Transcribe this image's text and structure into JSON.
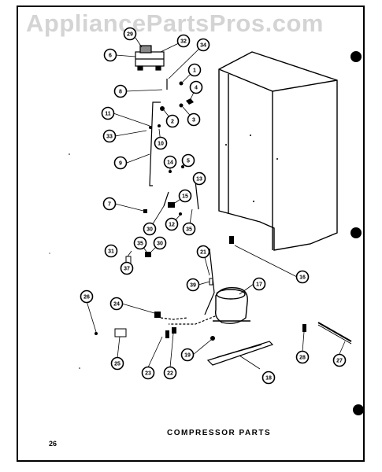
{
  "watermark": "AppliancePartsPros.com",
  "caption": "COMPRESSOR PARTS",
  "page_number": "26",
  "callouts": [
    "29",
    "32",
    "6",
    "34",
    "1",
    "8",
    "4",
    "2",
    "3",
    "11",
    "33",
    "10",
    "9",
    "14",
    "5",
    "13",
    "15",
    "7",
    "30",
    "12",
    "35",
    "31",
    "35",
    "30",
    "37",
    "21",
    "16",
    "39",
    "17",
    "26",
    "24",
    "19",
    "25",
    "23",
    "22",
    "18",
    "28",
    "27"
  ]
}
